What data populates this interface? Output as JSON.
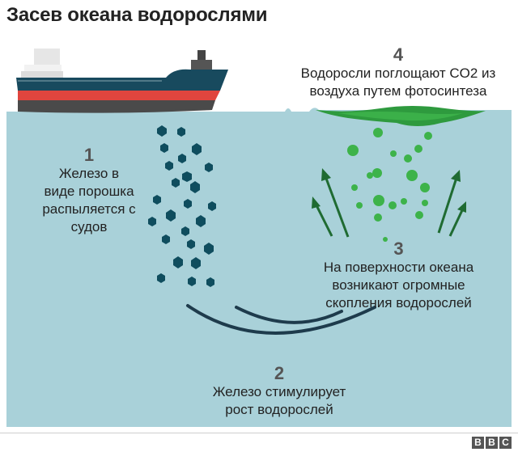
{
  "title": "Засев океана водорослями",
  "steps": [
    {
      "num": "1",
      "lines": [
        "Железо в",
        "виде порошка",
        "распыляется с",
        "судов"
      ]
    },
    {
      "num": "2",
      "lines": [
        "Железо стимулирует",
        "рост водорослей"
      ]
    },
    {
      "num": "3",
      "lines": [
        "На поверхности океана",
        "возникают огромные",
        "скопления водорослей"
      ]
    },
    {
      "num": "4",
      "lines": [
        "Водоросли поглощают CO2 из",
        "воздуха путем фотосинтеза"
      ]
    }
  ],
  "logo": {
    "letters": [
      "B",
      "B",
      "C"
    ]
  },
  "colors": {
    "ocean": "#a9d1d9",
    "iron": "#0f4d5e",
    "algae": "#3db34a",
    "bloom": "#2e9a3e",
    "arrows": "#1f6b32",
    "current": "#1e3b4c",
    "ship_hull": "#184a5e",
    "ship_stripe_red": "#e0453e"
  }
}
